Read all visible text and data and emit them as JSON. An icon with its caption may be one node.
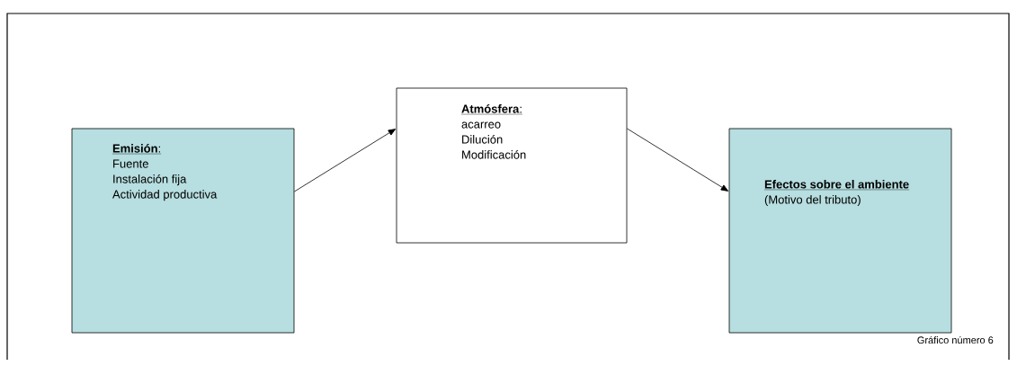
{
  "diagram": {
    "nodes": [
      {
        "text": [
          "**Emisión**:",
          "Fuente",
          "Instalación fija",
          "Actividad productiva"
        ]
      },
      {
        "text": [
          "**Atmósfera**:",
          "acarreo",
          "Dilución",
          "Modificación"
        ]
      },
      {
        "text": [
          "Efectos sobre el ambiente",
          "(Motivo del tributo)"
        ]
      }
    ],
    "edges": [
      {
        "from": 0,
        "to": 1,
        "arrow": "to"
      },
      {
        "from": 1,
        "to": 2,
        "arrow": "to"
      }
    ],
    "labels": [
      "Gráfico número 6"
    ]
  }
}
